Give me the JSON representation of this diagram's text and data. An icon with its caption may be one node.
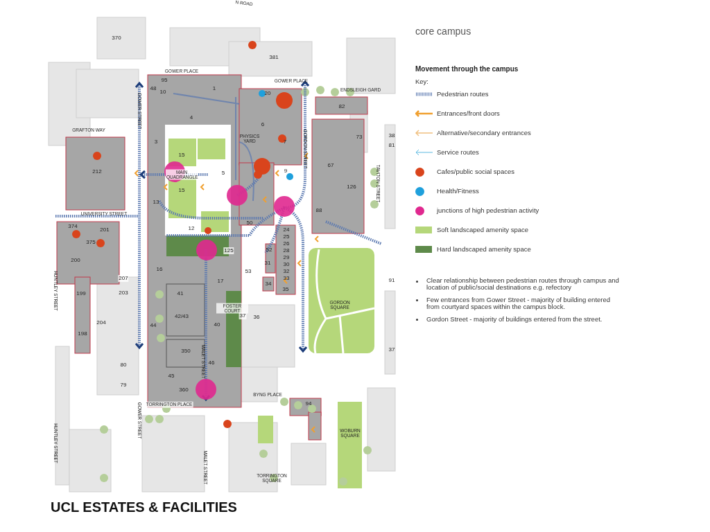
{
  "diagram": {
    "title": "core campus",
    "caption": "UCL ESTATES & FACILITIES",
    "labels": [
      "N ROAD",
      "370",
      "381",
      "GOWER PLACE",
      "GOWER PLACE",
      "95",
      "48",
      "10",
      "1",
      "20",
      "ENDSLEIGH GARD",
      "82",
      "GOWER STREET",
      "4",
      "6",
      "GRAFTON WAY",
      "38",
      "81",
      "73",
      "PHYSICS YARD",
      "7",
      "3",
      "15",
      "GORDON STREET",
      "67",
      "MAIN QUADRANGLE",
      "212",
      "5",
      "9",
      "TAVITON STREET",
      "126",
      "15",
      "13",
      "88",
      "UNIVERSITY STREET",
      "50",
      "12",
      "374",
      "201",
      "24",
      "25",
      "26",
      "28",
      "29",
      "30",
      "32",
      "33",
      "35",
      "375",
      "125",
      "52",
      "200",
      "31",
      "53",
      "16",
      "207",
      "34",
      "17",
      "91",
      "199",
      "203",
      "41",
      "HUNTLEY STREET",
      "GORDON SQUARE",
      "FOSTER COURT",
      "37",
      "36",
      "42/43",
      "204",
      "44",
      "40",
      "198",
      "37",
      "350",
      "MALET STREET",
      "46",
      "80",
      "45",
      "79",
      "360",
      "BYNG PLACE",
      "TORRINGTON PLACE",
      "94",
      "GOWER STREET",
      "WOBURN SQUARE",
      "HUNTLEY STREET",
      "MALET STREET",
      "TORRINGTON SQUARE",
      "Movement through the campus",
      "Key:",
      "Clear relationship between pedestrian routes through campus and location of public/social destinations e.g. refectory",
      "Few entrances from Gower Street - majority of building entered from courtyard spaces within the campus block.",
      "Gordon Street - majority of buildings entered from the street."
    ],
    "legend": [
      {
        "text": "Pedestrian routes"
      },
      {
        "text": "Entrances/front doors"
      },
      {
        "text": "Alternative/secondary entrances"
      },
      {
        "text": "Service routes"
      },
      {
        "text": "Cafes/public social spaces",
        "color": "#d9441c"
      },
      {
        "text": "Health/Fitness",
        "color": "#1fa0dc"
      },
      {
        "text": "junctions of high pedestrian activity",
        "color": "#e0288f"
      },
      {
        "text": "Soft landscaped amenity space",
        "color": "#b5d77a"
      },
      {
        "text": "Hard landscaped amenity space",
        "color": "#5e8a4a"
      }
    ]
  }
}
